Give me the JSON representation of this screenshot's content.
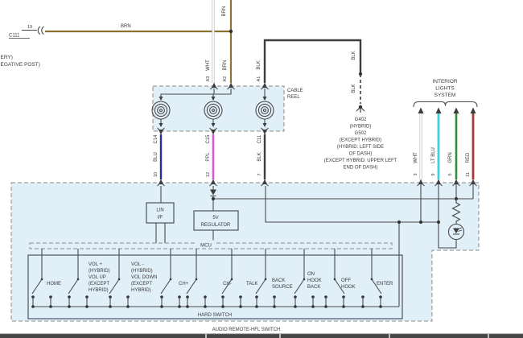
{
  "colors": {
    "wire_brn": "#8a7230",
    "wire_wht": "#fbfbfb",
    "wire_blk": "#3d3d3d",
    "wire_blu": "#2a2aa0",
    "wire_ppl": "#cf5ad2",
    "wire_lt_blu": "#3fd0e0",
    "wire_grn": "#2f8f35",
    "wire_red": "#a33b3b",
    "module_fill": "#e1eff9",
    "line": "#4a4a4a",
    "taskbar": "#454545"
  },
  "top_left": {
    "pin_number": "19",
    "connector_id": "C111",
    "wire_label": "BRN",
    "clipped_text_line1": "ERY)",
    "clipped_text_line2": "EGATIVE POST)"
  },
  "feed_labels": {
    "brn_top": "BRN",
    "wht": "WHT",
    "brn_mid": "BRN",
    "blk": "BLK",
    "pin_a3": "A3",
    "pin_a2": "A2",
    "pin_a1": "A1"
  },
  "ground_branch": {
    "blk_label_1": "BLK",
    "blk_label_2": "BLK",
    "text_lines": [
      "G402",
      "(HYBRID)",
      "G502",
      "(EXCEPT HYBRID)",
      "(HYBRID: LEFT SIDE",
      "OF DASH)",
      "(EXCEPT HYBRID: UPPER LEFT",
      "END OF DASH)"
    ]
  },
  "interior_lights": {
    "label_lines": [
      "INTERIOR",
      "LIGHTS",
      "SYSTEM"
    ]
  },
  "cable_reel": {
    "label_lines": [
      "CABLE",
      "REEL"
    ]
  },
  "reel_outputs": [
    {
      "connector": "C14",
      "color_label": "BLU",
      "pin": "10"
    },
    {
      "connector": "C15",
      "color_label": "PPL",
      "pin": "12"
    },
    {
      "connector": "C11",
      "color_label": "BLK",
      "pin": "7"
    }
  ],
  "interior_inputs": [
    {
      "color_label": "WHT",
      "pin": "3"
    },
    {
      "color_label": "LT BLU",
      "pin": "9"
    },
    {
      "color_label": "GRN",
      "pin": "5"
    },
    {
      "color_label": "RED",
      "pin": "11"
    }
  ],
  "module": {
    "lin_lines": [
      "LIN",
      "I/F"
    ],
    "regulator_lines": [
      "5V",
      "REGULATOR"
    ],
    "mcu_label": "MCU",
    "hard_switch_label": "HARD SWITCH",
    "module_label": "AUDIO REMOTE-HFL SWITCH"
  },
  "switches": [
    {
      "lines": [
        "HOME"
      ]
    },
    {
      "lines": [
        "VOL +",
        "(HYBRID)",
        "VOL UP",
        "(EXCEPT",
        "HYBRID)"
      ]
    },
    {
      "lines": [
        "VOL -",
        "(HYBRID)",
        "VOL DOWN",
        "(EXCEPT",
        "HYBRID)"
      ]
    },
    {
      "lines": [
        "CH+"
      ]
    },
    {
      "lines": [
        "CH-"
      ]
    },
    {
      "lines": [
        "TALK"
      ]
    },
    {
      "lines": [
        "BACK",
        "SOURCE"
      ]
    },
    {
      "lines": [
        "ON",
        "HOOK",
        "BACK"
      ]
    },
    {
      "lines": [
        "OFF",
        "HOOK"
      ]
    },
    {
      "lines": [
        "ENTER"
      ]
    }
  ]
}
